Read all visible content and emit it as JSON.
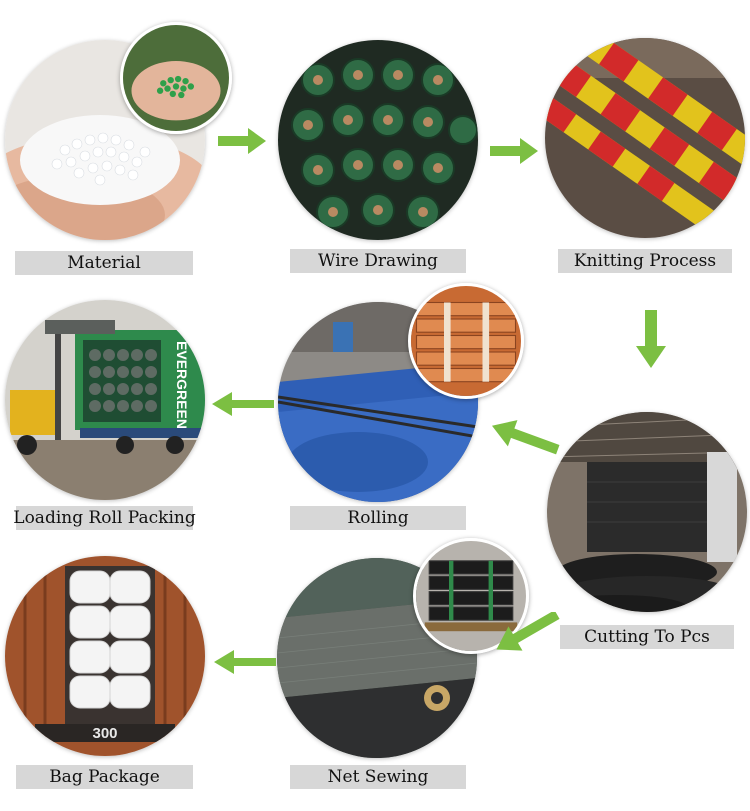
{
  "steps": [
    {
      "label": "Material"
    },
    {
      "label": "Wire Drawing"
    },
    {
      "label": "Knitting Process"
    },
    {
      "label": "Cutting To Pcs"
    },
    {
      "label": "Rolling"
    },
    {
      "label": "Loading Roll Packing"
    },
    {
      "label": "Net Sewing"
    },
    {
      "label": "Bag Package"
    }
  ],
  "photo_text": {
    "container_brand": "EVERGREEN",
    "container_number": "300"
  },
  "colors": {
    "arrow": "#7cbf42",
    "label_bg": "#d7d7d7"
  }
}
